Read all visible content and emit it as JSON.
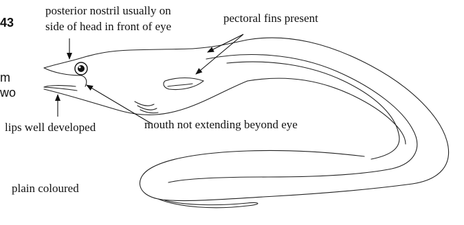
{
  "page_fragment": {
    "page_number": "43",
    "left_text_1": "m",
    "left_text_2": "wo"
  },
  "labels": {
    "posterior_nostril_line1": "posterior nostril usually on",
    "posterior_nostril_line2": "side of head in front of eye",
    "pectoral_fins": "pectoral fins present",
    "lips": "lips well developed",
    "mouth": "mouth not extending beyond eye",
    "colour": "plain coloured"
  }
}
